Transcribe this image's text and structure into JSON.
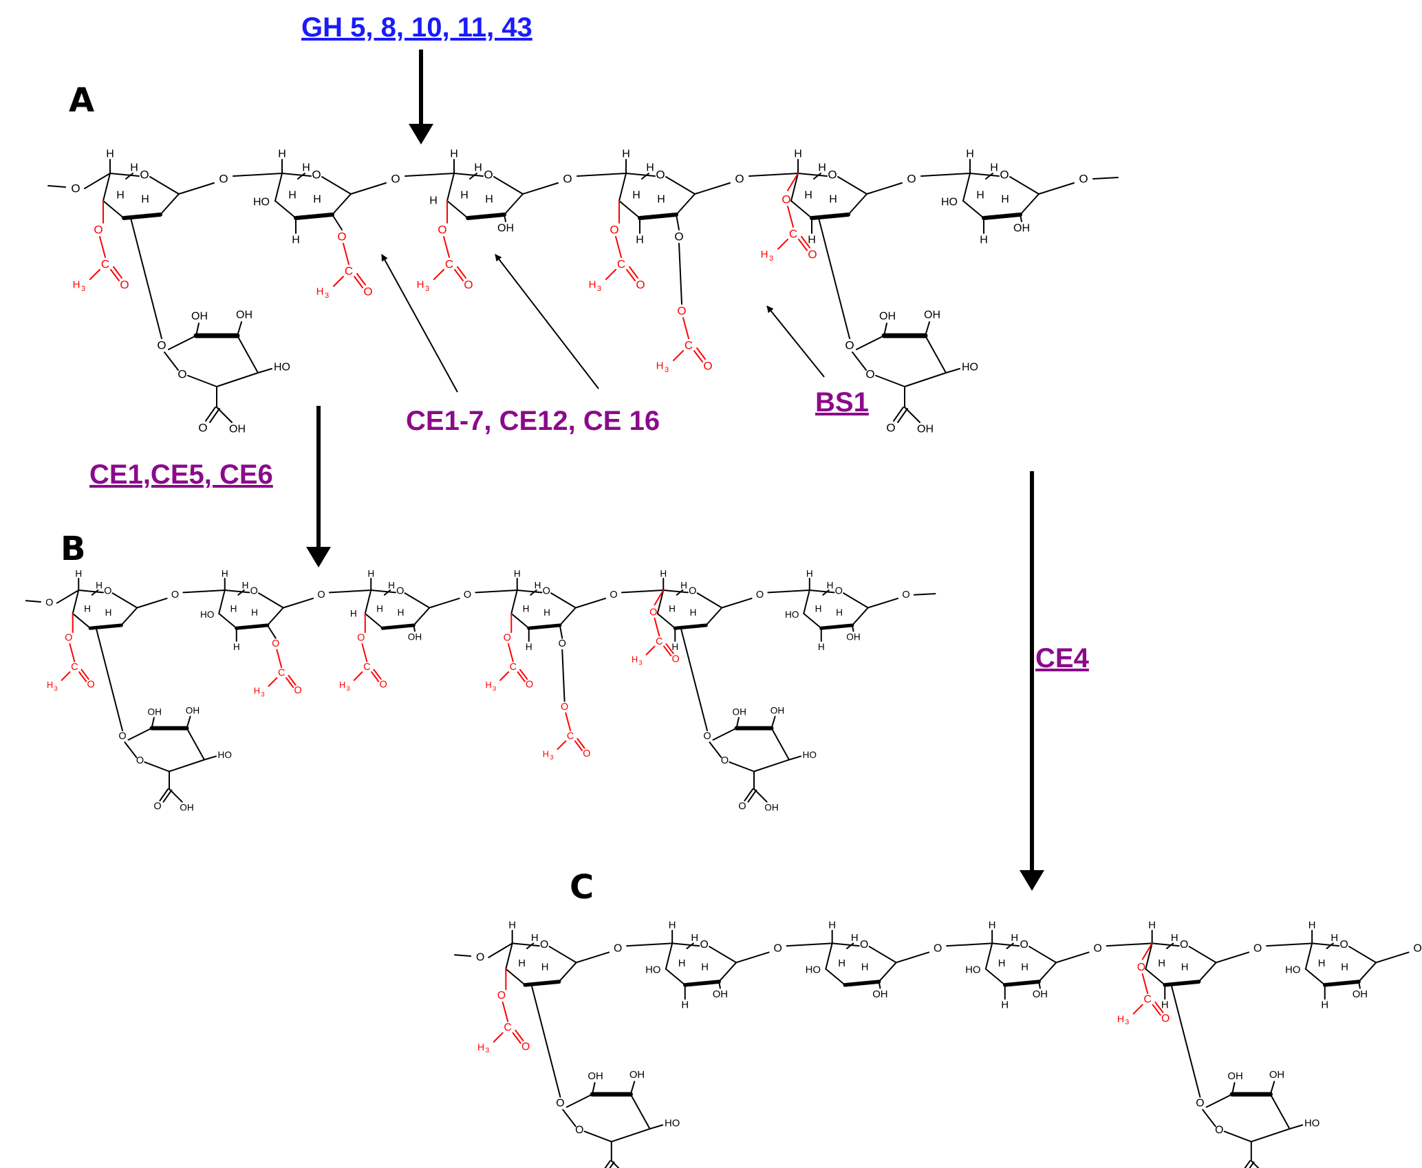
{
  "panels": {
    "a": "A",
    "b": "B",
    "c": "C"
  },
  "enzymes": {
    "gh": "GH 5, 8, 10, 11, 43",
    "ce_group": "CE1-7, CE12, CE 16",
    "bs1": "BS1",
    "ce156": "CE1,CE5, CE6",
    "ce4": "CE4"
  },
  "atoms": {
    "o": "O",
    "h": "H",
    "oh": "OH",
    "ho": "HO",
    "c": "C",
    "h3": "H",
    "sub3": "3"
  },
  "colors": {
    "gh_label": "#1a1aff",
    "ce_label": "#8b0a8b",
    "acetyl": "#ff0000",
    "structure": "#000000"
  }
}
